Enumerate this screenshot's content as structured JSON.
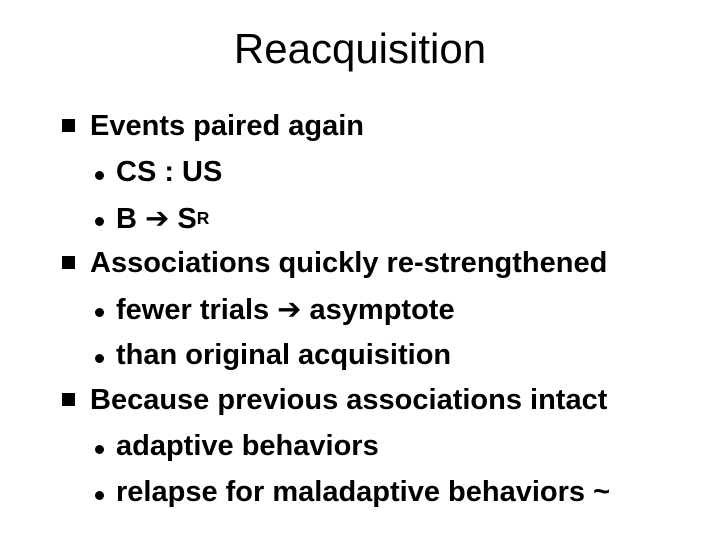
{
  "slide": {
    "title": "Reacquisition",
    "background_color": "#ffffff",
    "text_color": "#000000",
    "bullets": [
      {
        "level": 1,
        "text": "Events paired again",
        "superscript": ""
      },
      {
        "level": 2,
        "text": "CS : US",
        "superscript": ""
      },
      {
        "level": 2,
        "text": "B ➔ S",
        "superscript": "R"
      },
      {
        "level": 1,
        "text": "Associations quickly re-strengthened",
        "superscript": ""
      },
      {
        "level": 2,
        "text": "fewer trials ➔ asymptote",
        "superscript": ""
      },
      {
        "level": 2,
        "text": "than original acquisition",
        "superscript": ""
      },
      {
        "level": 1,
        "text": "Because previous associations intact",
        "superscript": ""
      },
      {
        "level": 2,
        "text": "adaptive behaviors",
        "superscript": ""
      },
      {
        "level": 2,
        "text": "relapse for maladaptive behaviors ~",
        "superscript": ""
      }
    ]
  }
}
